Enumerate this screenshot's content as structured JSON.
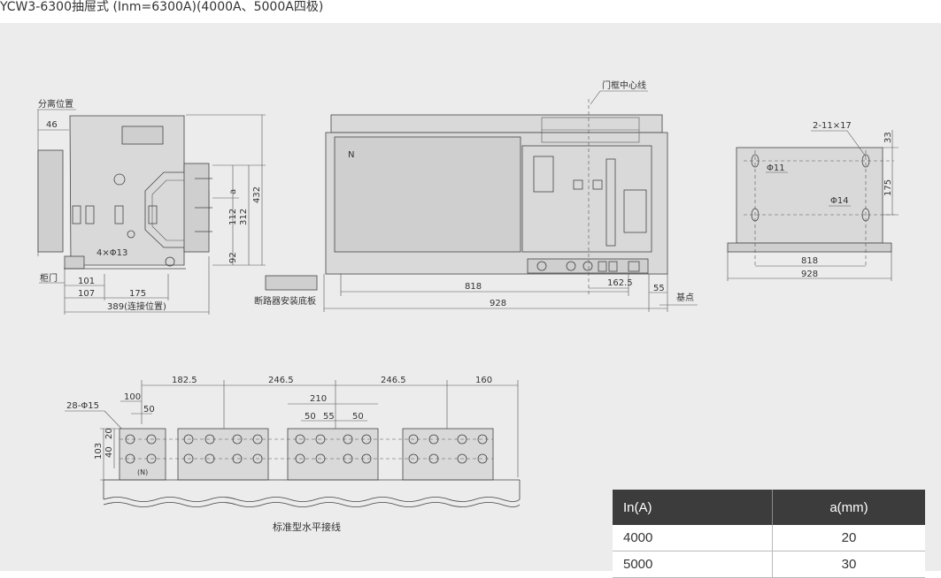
{
  "page_title": "YCW3-6300抽屉式 (Inm=6300A)(4000A、5000A四极)",
  "side_view": {
    "label_disconnect": "分离位置",
    "dim_46": "46",
    "dim_a": "a",
    "dim_112": "112",
    "dim_312": "312",
    "dim_432": "432",
    "dim_92": "92",
    "holes": "4×Φ13",
    "label_cabinet_door": "柜门",
    "dim_101": "101",
    "dim_107": "107",
    "dim_175": "175",
    "dim_389": "389(连接位置)",
    "label_base_plate": "断路器安装底板"
  },
  "front_view": {
    "label_door_center": "门框中心线",
    "n_mark": "N",
    "dim_818": "818",
    "dim_162_5": "162.5",
    "dim_55": "55",
    "label_datum": "基点",
    "dim_928": "928"
  },
  "base_view": {
    "slot": "2-11×17",
    "dim_33": "33",
    "phi11": "Φ11",
    "dim_175": "175",
    "phi14": "Φ14",
    "dim_818": "818",
    "dim_928": "928"
  },
  "bus_view": {
    "dim_182_5": "182.5",
    "dim_246_5a": "246.5",
    "dim_246_5b": "246.5",
    "dim_160": "160",
    "dim_100": "100",
    "dim_50a": "50",
    "dim_210": "210",
    "dim_50b": "50",
    "dim_55": "55",
    "dim_50c": "50",
    "holes": "28-Φ15",
    "dim_103": "103",
    "dim_40": "40",
    "dim_20": "20",
    "n_mark": "(N)",
    "caption": "标准型水平接线"
  },
  "spec_table": {
    "headers": [
      "In(A)",
      "a(mm)"
    ],
    "rows": [
      [
        "4000",
        "20"
      ],
      [
        "5000",
        "30"
      ]
    ]
  }
}
